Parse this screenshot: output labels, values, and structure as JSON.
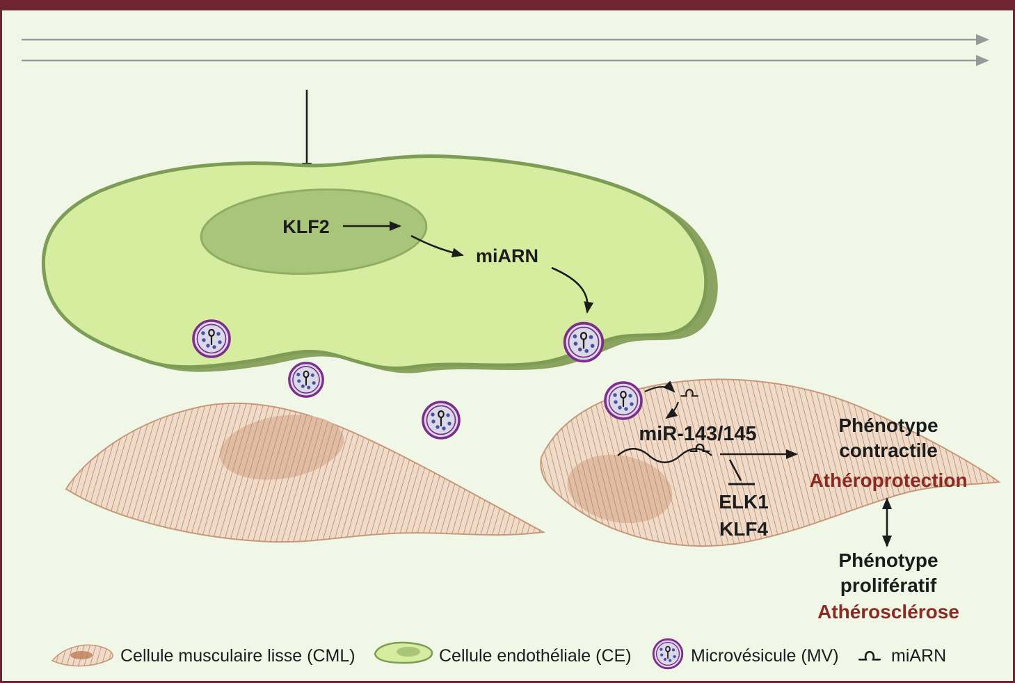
{
  "figure": {
    "type": "biology-schematic",
    "title_hint": "Endothelial microvesicle transfer of miR-143/145 to smooth muscle cells"
  },
  "colors": {
    "background": "#f1f7e7",
    "frame": "#6e2431",
    "endothelial_fill": "#d6ec9e",
    "endothelial_stroke": "#7d9c55",
    "endothelial_shadow": "#8aa35f",
    "ec_nucleus_fill": "#a9c579",
    "ec_nucleus_stroke": "#8fae63",
    "smc_fill": "#eedbca",
    "smc_stroke": "#c79a7d",
    "smc_hatch": "#bb7a52",
    "smc_nucleus": "#dcb9a0",
    "vesicle_ring": "#7b2e8c",
    "vesicle_fill": "#dbd9e7",
    "vesicle_dot": "#4553a5",
    "flow_arrow": "#999999",
    "text_dark": "#1c1c1c",
    "text_red": "#8a2a23"
  },
  "labels": {
    "klf2": "KLF2",
    "miarn": "miARN",
    "mir143": "miR-143/145",
    "phenotype_contractile_line1": "Phénotype",
    "phenotype_contractile_line2": "contractile",
    "atheroprotection": "Athéroprotection",
    "elk1": "ELK1",
    "klf4": "KLF4",
    "phenotype_proliferatif_line1": "Phénotype",
    "phenotype_proliferatif_line2": "prolifératif",
    "atherosclerose": "Athérosclérose"
  },
  "legend": {
    "items": [
      {
        "icon": "smooth-muscle-cell-icon",
        "label": "Cellule musculaire lisse (CML)"
      },
      {
        "icon": "endothelial-cell-icon",
        "label": "Cellule endothéliale (CE)"
      },
      {
        "icon": "microvesicle-icon",
        "label": "Microvésicule (MV)"
      },
      {
        "icon": "mirna-hairpin-icon",
        "label": "miARN"
      }
    ]
  }
}
